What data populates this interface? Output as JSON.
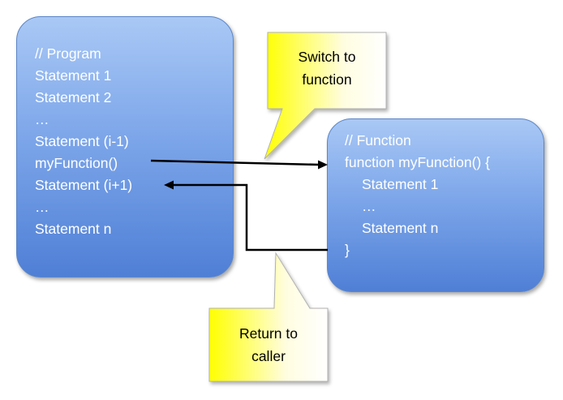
{
  "program": {
    "lines": [
      "// Program",
      "Statement 1",
      "Statement 2",
      "…",
      "Statement (i-1)",
      "myFunction()",
      "Statement (i+1)",
      "…",
      "Statement n"
    ]
  },
  "function": {
    "lines": [
      "// Function",
      "function myFunction() {",
      "Statement 1",
      "…",
      "Statement n",
      "}"
    ]
  },
  "callouts": {
    "switch": {
      "line1": "Switch to",
      "line2": "function"
    },
    "return": {
      "line1": "Return to",
      "line2": "caller"
    }
  },
  "colors": {
    "box_top": "#a9c8f5",
    "box_bottom": "#4f7fd6",
    "callout_yellow": "#ffff00",
    "arrow": "#000000",
    "text_box": "#ffffff"
  }
}
